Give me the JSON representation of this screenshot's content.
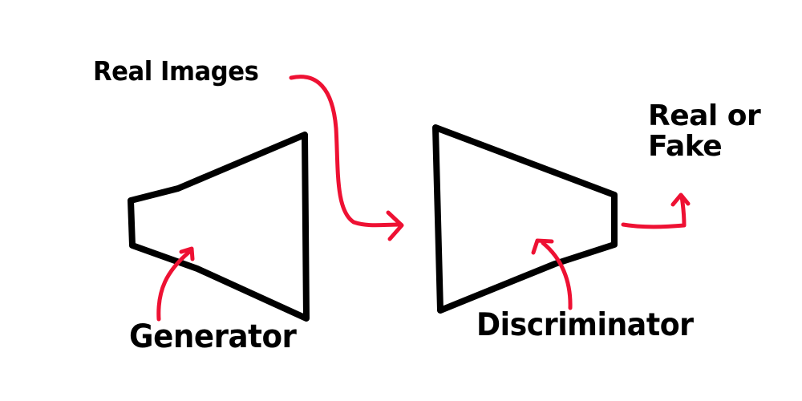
{
  "labels": {
    "real_images": "Real Images",
    "real_or_fake_line1": "Real or",
    "real_or_fake_line2": "Fake",
    "generator": "Generator",
    "discriminator": "Discriminator"
  },
  "colors": {
    "shape_stroke": "#000000",
    "arrow_stroke": "#ee1133",
    "text": "#000000",
    "background": "#ffffff"
  }
}
